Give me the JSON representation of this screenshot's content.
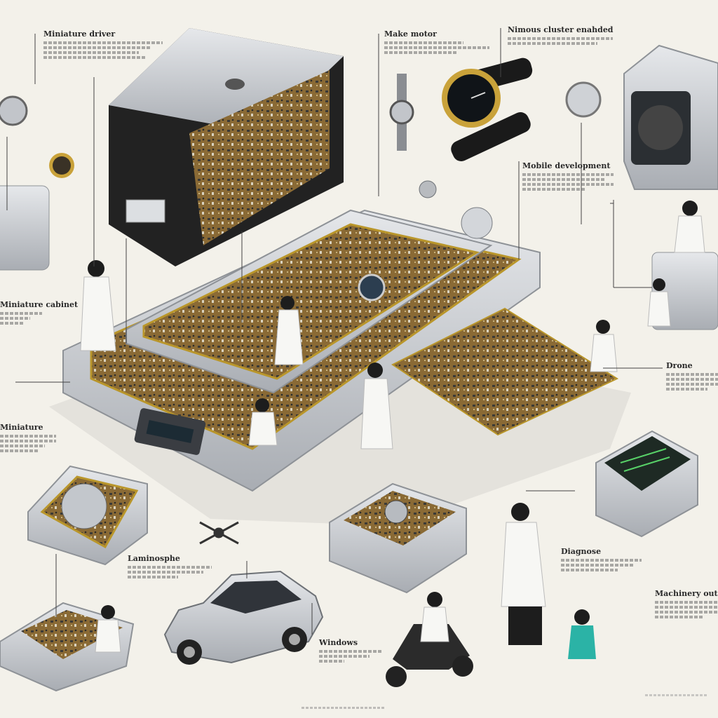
{
  "labels": {
    "miniature_driver": "Miniature driver",
    "make_motor": "Make motor",
    "nimous_cluster": "Nimous cluster enahded",
    "mobile_development": "Mobile development",
    "miniature_cabinet": "Miniature cabinet",
    "drone": "Drone",
    "miniature": "Miniature",
    "laminosphe": "Laminosphe",
    "windows": "Windows",
    "diagnose": "Diagnose",
    "machine_outer": "Machinery outer"
  },
  "colors": {
    "background": "#f3f1ea",
    "silver": "#c9cdd2",
    "circuit": "#8a6a35",
    "gold": "#b9962b",
    "lab_coat": "#f7f7f4"
  }
}
